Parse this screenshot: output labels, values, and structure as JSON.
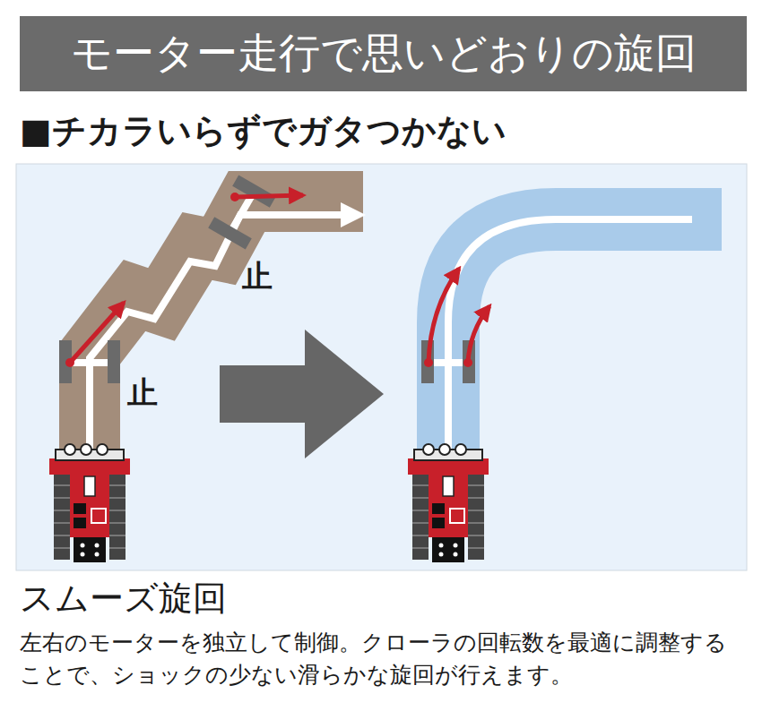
{
  "diagram": {
    "title": "モーター走行で思いどおりの旋回",
    "labels": [
      "■チカラいらずでガタつかない",
      "止",
      "止",
      "スムーズ旋回",
      "左右のモーターを独立して制御。クローラの回転数を最適に調整することで、ショックの少ない滑らかな旋回が行えます。"
    ]
  }
}
